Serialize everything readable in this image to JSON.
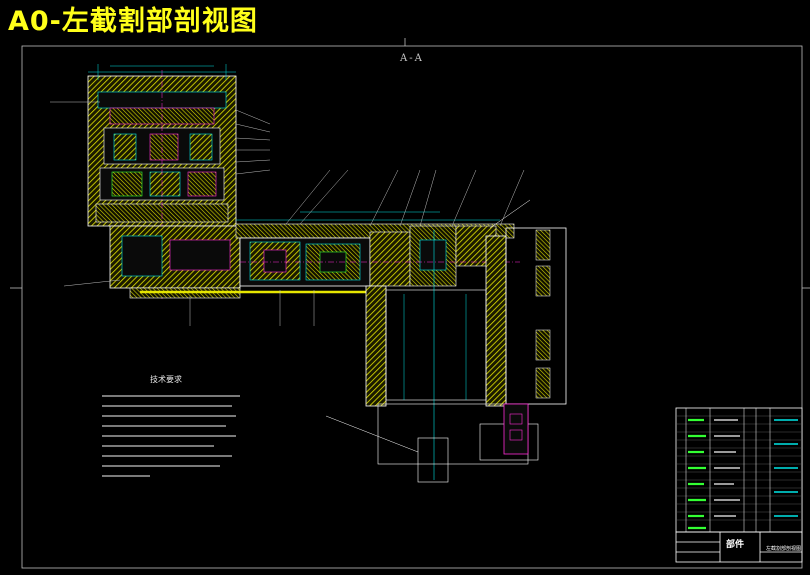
{
  "title": "A0-左截割部剖视图",
  "view_label": "A-A",
  "tech_requirements_title": "技术要求",
  "title_block": {
    "main_text": "部件",
    "sub_text": "左截割部剖视图"
  },
  "colors": {
    "background": "#000000",
    "title": "#ffff1a",
    "hatch": "#e6e600",
    "cyan": "#00e5e5",
    "white": "#ffffff",
    "magenta": "#ff2bd6",
    "green": "#33ff33",
    "frame": "#bdbdbd"
  }
}
